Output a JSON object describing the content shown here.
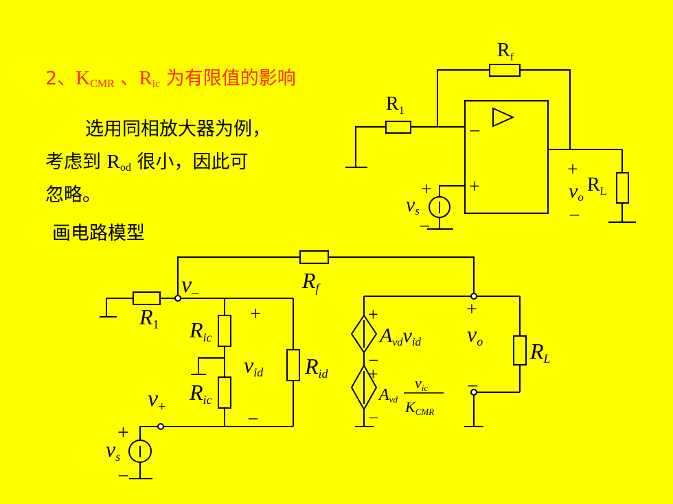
{
  "heading": {
    "prefix": "2、",
    "k": "K",
    "k_sub": "CMR",
    "sep": " 、",
    "r": "R",
    "r_sub": "ic",
    "suffix": " 为有限值的影响"
  },
  "description": {
    "line1": "选用同相放大器为例，",
    "line2_pre": "考虑到 ",
    "line2_r": "R",
    "line2_sub": "od",
    "line2_post": " 很小，因此可",
    "line3": "忽略。",
    "line4": "画电路模型"
  },
  "top_circuit": {
    "rf": {
      "main": "R",
      "sub": "f"
    },
    "r1": {
      "main": "R",
      "sub": "1"
    },
    "rl": {
      "main": "R",
      "sub": "L"
    },
    "vo": {
      "main": "v",
      "sub": "o"
    },
    "vs": {
      "main": "v",
      "sub": "s"
    },
    "minus": "–",
    "plus": "+"
  },
  "model_circuit": {
    "rf": {
      "main": "R",
      "sub": "f"
    },
    "r1": {
      "main": "R",
      "sub": "1"
    },
    "v_minus": {
      "main": "v",
      "sub": "–"
    },
    "v_plus": {
      "main": "v",
      "sub": "+"
    },
    "ric_top": {
      "main": "R",
      "sub": "ic"
    },
    "ric_bottom": {
      "main": "R",
      "sub": "ic"
    },
    "vid": {
      "main": "v",
      "sub": "id"
    },
    "rid": {
      "main": "R",
      "sub": "id"
    },
    "vs": {
      "main": "v",
      "sub": "s"
    },
    "vo": {
      "main": "v",
      "sub": "o"
    },
    "rl": {
      "main": "R",
      "sub": "L"
    },
    "avd_vid": {
      "a": "A",
      "a_sub": "vd",
      "v": "v",
      "v_sub": "id"
    },
    "avd_vic": {
      "a": "A",
      "a_sub": "vd",
      "num": "v",
      "num_sub": "ic",
      "den": "K",
      "den_sub": "CMR"
    },
    "plus": "+",
    "minus": "–"
  }
}
